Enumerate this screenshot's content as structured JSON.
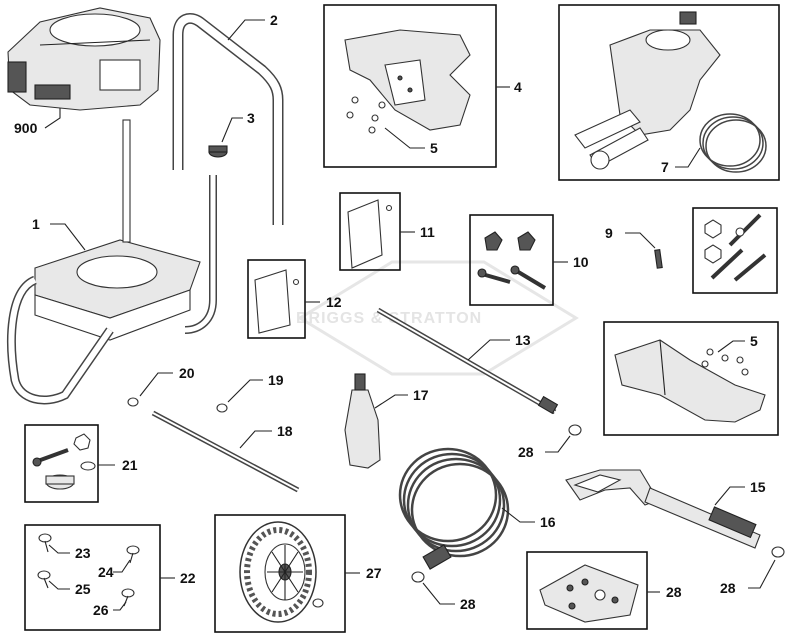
{
  "watermark": "BRIGGS & STRATTON",
  "callouts": {
    "c1": "1",
    "c2": "2",
    "c3": "3",
    "c4": "4",
    "c5a": "5",
    "c5b": "5",
    "c7": "7",
    "c9": "9",
    "c10": "10",
    "c11": "11",
    "c12": "12",
    "c13": "13",
    "c15": "15",
    "c16": "16",
    "c17": "17",
    "c18": "18",
    "c19": "19",
    "c20": "20",
    "c21": "21",
    "c22": "22",
    "c23": "23",
    "c24": "24",
    "c25": "25",
    "c26": "26",
    "c27": "27",
    "c28a": "28",
    "c28b": "28",
    "c28c": "28",
    "c28d": "28",
    "c900": "900"
  }
}
